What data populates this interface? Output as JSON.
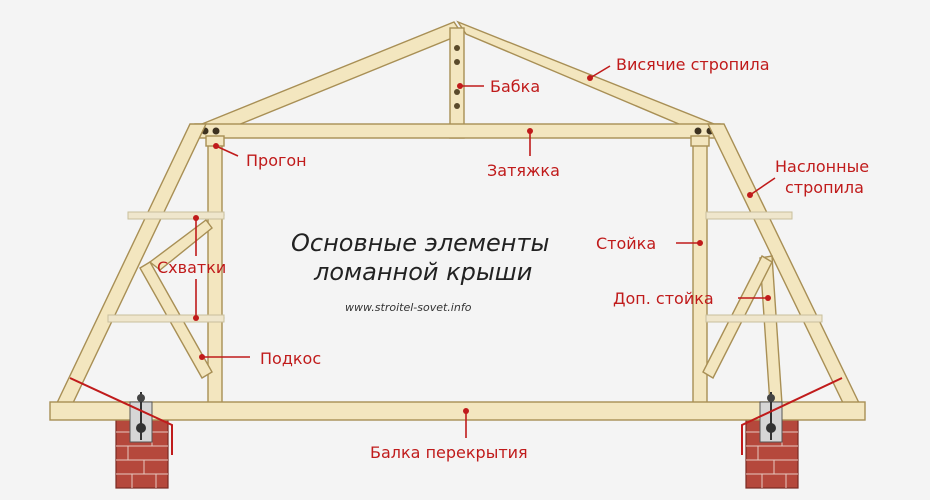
{
  "title": {
    "line1": "Основные элементы",
    "line2": "ломанной крыши"
  },
  "website": "www.stroitel-sovet.info",
  "labels": {
    "hanging_rafters": "Висячие стропила",
    "king_post": "Бабка",
    "purlin": "Прогон",
    "tie_beam": "Затяжка",
    "layered_rafters_1": "Наслонные",
    "layered_rafters_2": "стропила",
    "braces": "Схватки",
    "post": "Стойка",
    "extra_post": "Доп. стойка",
    "strut": "Подкос",
    "floor_beam": "Балка перекрытия"
  },
  "colors": {
    "label": "#c01b1b",
    "wood": "#f3e6bf",
    "wood_edge": "#a88f55",
    "brick": "#b5483c",
    "background": "#f4f4f4"
  }
}
